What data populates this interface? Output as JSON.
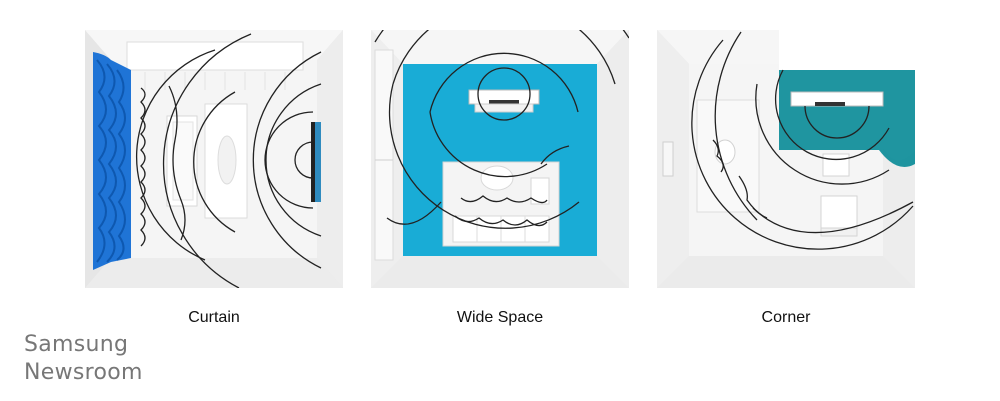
{
  "panels": [
    {
      "id": "curtain",
      "caption": "Curtain"
    },
    {
      "id": "wide",
      "caption": "Wide Space"
    },
    {
      "id": "corner",
      "caption": "Corner"
    }
  ],
  "logo": {
    "line1": "Samsung",
    "line2": "Newsroom"
  },
  "colors": {
    "curtain_blue": "#1f74d6",
    "floor_cyan": "#19acd6",
    "corner_teal": "#138f9b",
    "room_wall": "#e9e9e9",
    "room_floor": "#f3f3f3",
    "sound_wave": "#222222"
  },
  "icons": [
    "speaker-icon",
    "tv-icon",
    "sofa-icon",
    "coffee-table-icon",
    "curtain-icon",
    "armchair-icon",
    "window-icon",
    "sound-wave-icon"
  ]
}
